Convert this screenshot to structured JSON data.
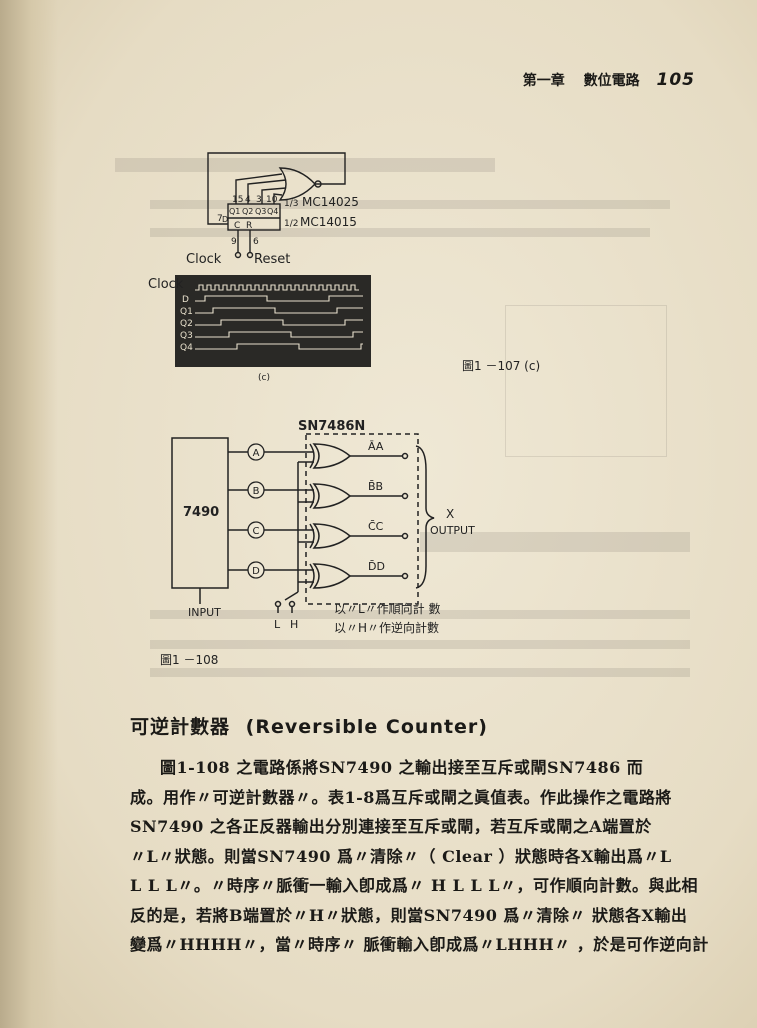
{
  "header": {
    "chapter": "第一章",
    "title": "數位電路",
    "page_number": "105"
  },
  "figure_107": {
    "chip_top": "MC14025",
    "chip_top_fraction": "1/3",
    "chip_bottom": "MC14015",
    "chip_bottom_fraction": "1/2",
    "pins_top": [
      "15",
      "4",
      "3",
      "10"
    ],
    "outputs": [
      "Q1",
      "Q2",
      "Q3",
      "Q4"
    ],
    "pin_7": "7",
    "pin_9": "9",
    "pin_6": "6",
    "input_c": "C",
    "input_r": "R",
    "input_d": "D",
    "clock_label": "Clock",
    "reset_label": "Reset",
    "timing_signals": [
      "Clock",
      "D",
      "Q1",
      "Q2",
      "Q3",
      "Q4"
    ],
    "sub_label": "(c)",
    "caption": "圖1 －107 (c)"
  },
  "figure_108": {
    "chip": "SN7486N",
    "counter_chip": "7490",
    "nodes": [
      "A",
      "B",
      "C",
      "D"
    ],
    "outputs": [
      "ĀA",
      "B̄B",
      "C̄C",
      "D̄D"
    ],
    "output_x": "X",
    "output_label": "OUTPUT",
    "input_label": "INPUT",
    "switch_l": "L",
    "switch_h": "H",
    "note_line1": "以〃L〃作順向計 數",
    "note_line2": "以〃H〃作逆向計數",
    "caption": "圖1 －108"
  },
  "section": {
    "title_cn": "可逆計數器",
    "title_en": "(Reversible Counter)"
  },
  "body": [
    "圖1-108 之電路係將SN7490 之輸出接至互斥或閘SN7486 而",
    "成。用作〃可逆計數器〃。表1-8爲互斥或閘之眞值表。作此操作之電路將",
    "SN7490  之各正反器輸出分別連接至互斥或閘，若互斥或閘之A端置於",
    "〃L〃狀態。則當SN7490 爲〃清除〃（ Clear  ）狀態時各X輸出爲〃L",
    "L L L〃。〃時序〃脈衝一輸入卽成爲〃 H L L L〃，可作順向計數。與此相",
    "反的是，若將B端置於〃H〃狀態，則當SN7490 爲〃清除〃 狀態各X輸出",
    "變爲〃HHHH〃，當〃時序〃 脈衝輸入卽成爲〃LHHH〃 ，於是可作逆向計"
  ]
}
